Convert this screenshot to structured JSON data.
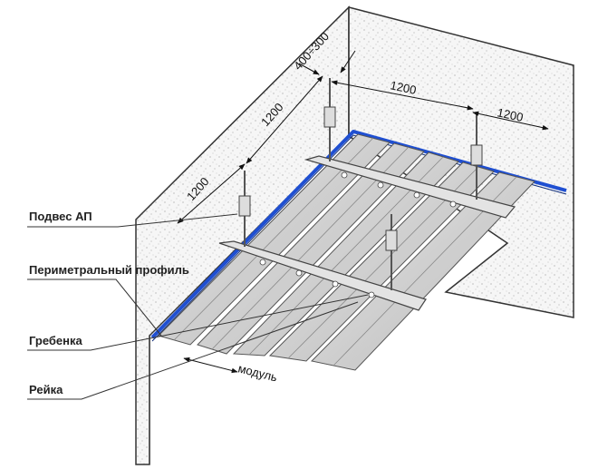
{
  "labels": {
    "hanger": "Подвес АП",
    "perimeter_profile": "Периметральный профиль",
    "comb": "Гребенка",
    "slat": "Рейка"
  },
  "dimensions": {
    "d_400_300": "400÷300",
    "wall_1200_upper": "1200",
    "wall_1200_lower": "1200",
    "ceiling_1200_a": "1200",
    "ceiling_1200_b": "1200",
    "module": "модуль"
  },
  "colors": {
    "wall_fill": "#f4f4f4",
    "edge": "#333333",
    "perimeter_blue": "#1f4fd1",
    "metal": "#d9d9d9",
    "metal_dark": "#a9a9a9"
  }
}
